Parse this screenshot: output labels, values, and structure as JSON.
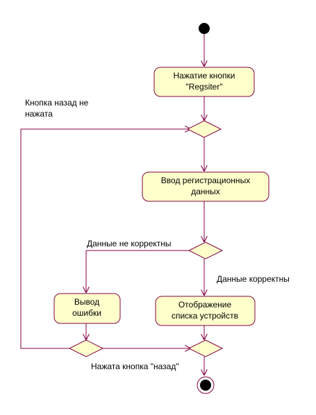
{
  "colors": {
    "line": "#800040",
    "node_fill": "#FFFFCC",
    "dot": "#000000",
    "background": "#FFFFFF"
  },
  "nodes": {
    "press_register": {
      "line1": "Нажатие кнопки",
      "line2": "\"Regsiter\""
    },
    "enter_data": {
      "line1": "Ввод регистрационных",
      "line2": "данных"
    },
    "show_error": {
      "line1": "Вывод",
      "line2": "ошибки"
    },
    "show_devices": {
      "line1": "Отображение",
      "line2": "списка устройств"
    }
  },
  "labels": {
    "back_not_pressed_line1": "Кнопка назад не",
    "back_not_pressed_line2": "нажата",
    "data_incorrect": "Данные не корректны",
    "data_correct": "Данные корректны",
    "back_pressed": "Нажата кнопка \"назад\""
  }
}
